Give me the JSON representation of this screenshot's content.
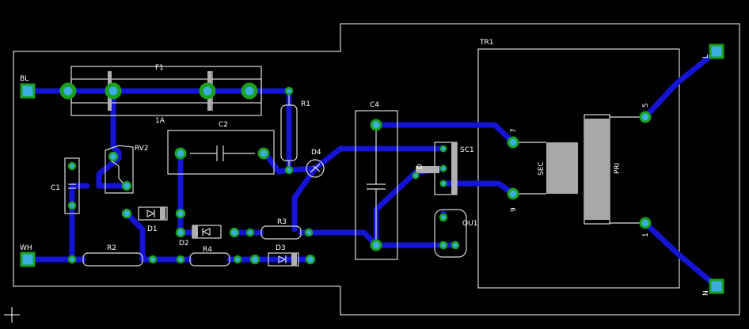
{
  "labels": {
    "bl": "BL",
    "wh": "WH",
    "f1": "F1",
    "f1_value": "1A",
    "r1": "R1",
    "c2": "C2",
    "rv2": "RV2",
    "c1": "C1",
    "d1": "D1",
    "d2": "D2",
    "d3": "D3",
    "d4": "D4",
    "r2": "R2",
    "r3": "R3",
    "r4": "R4",
    "c4": "C4",
    "sc1": "SC1",
    "qu1": "QU1",
    "tr1": "TR1",
    "sec": "SEC",
    "pri": "PRI",
    "pin5": "5",
    "pin7": "7",
    "pin9": "9",
    "pin1": "1",
    "pin_l": "L",
    "pin_n": "N",
    "sc_pin": "D"
  },
  "colors": {
    "background": "#000000",
    "trace": "#1414d4",
    "pad_ring": "#1aa01a",
    "pad_hole": "#3aaee0",
    "silkscreen": "#dcdcdc",
    "transformer_core": "#a8a8a8"
  },
  "icons": {
    "cursor": "crosshair-icon"
  }
}
